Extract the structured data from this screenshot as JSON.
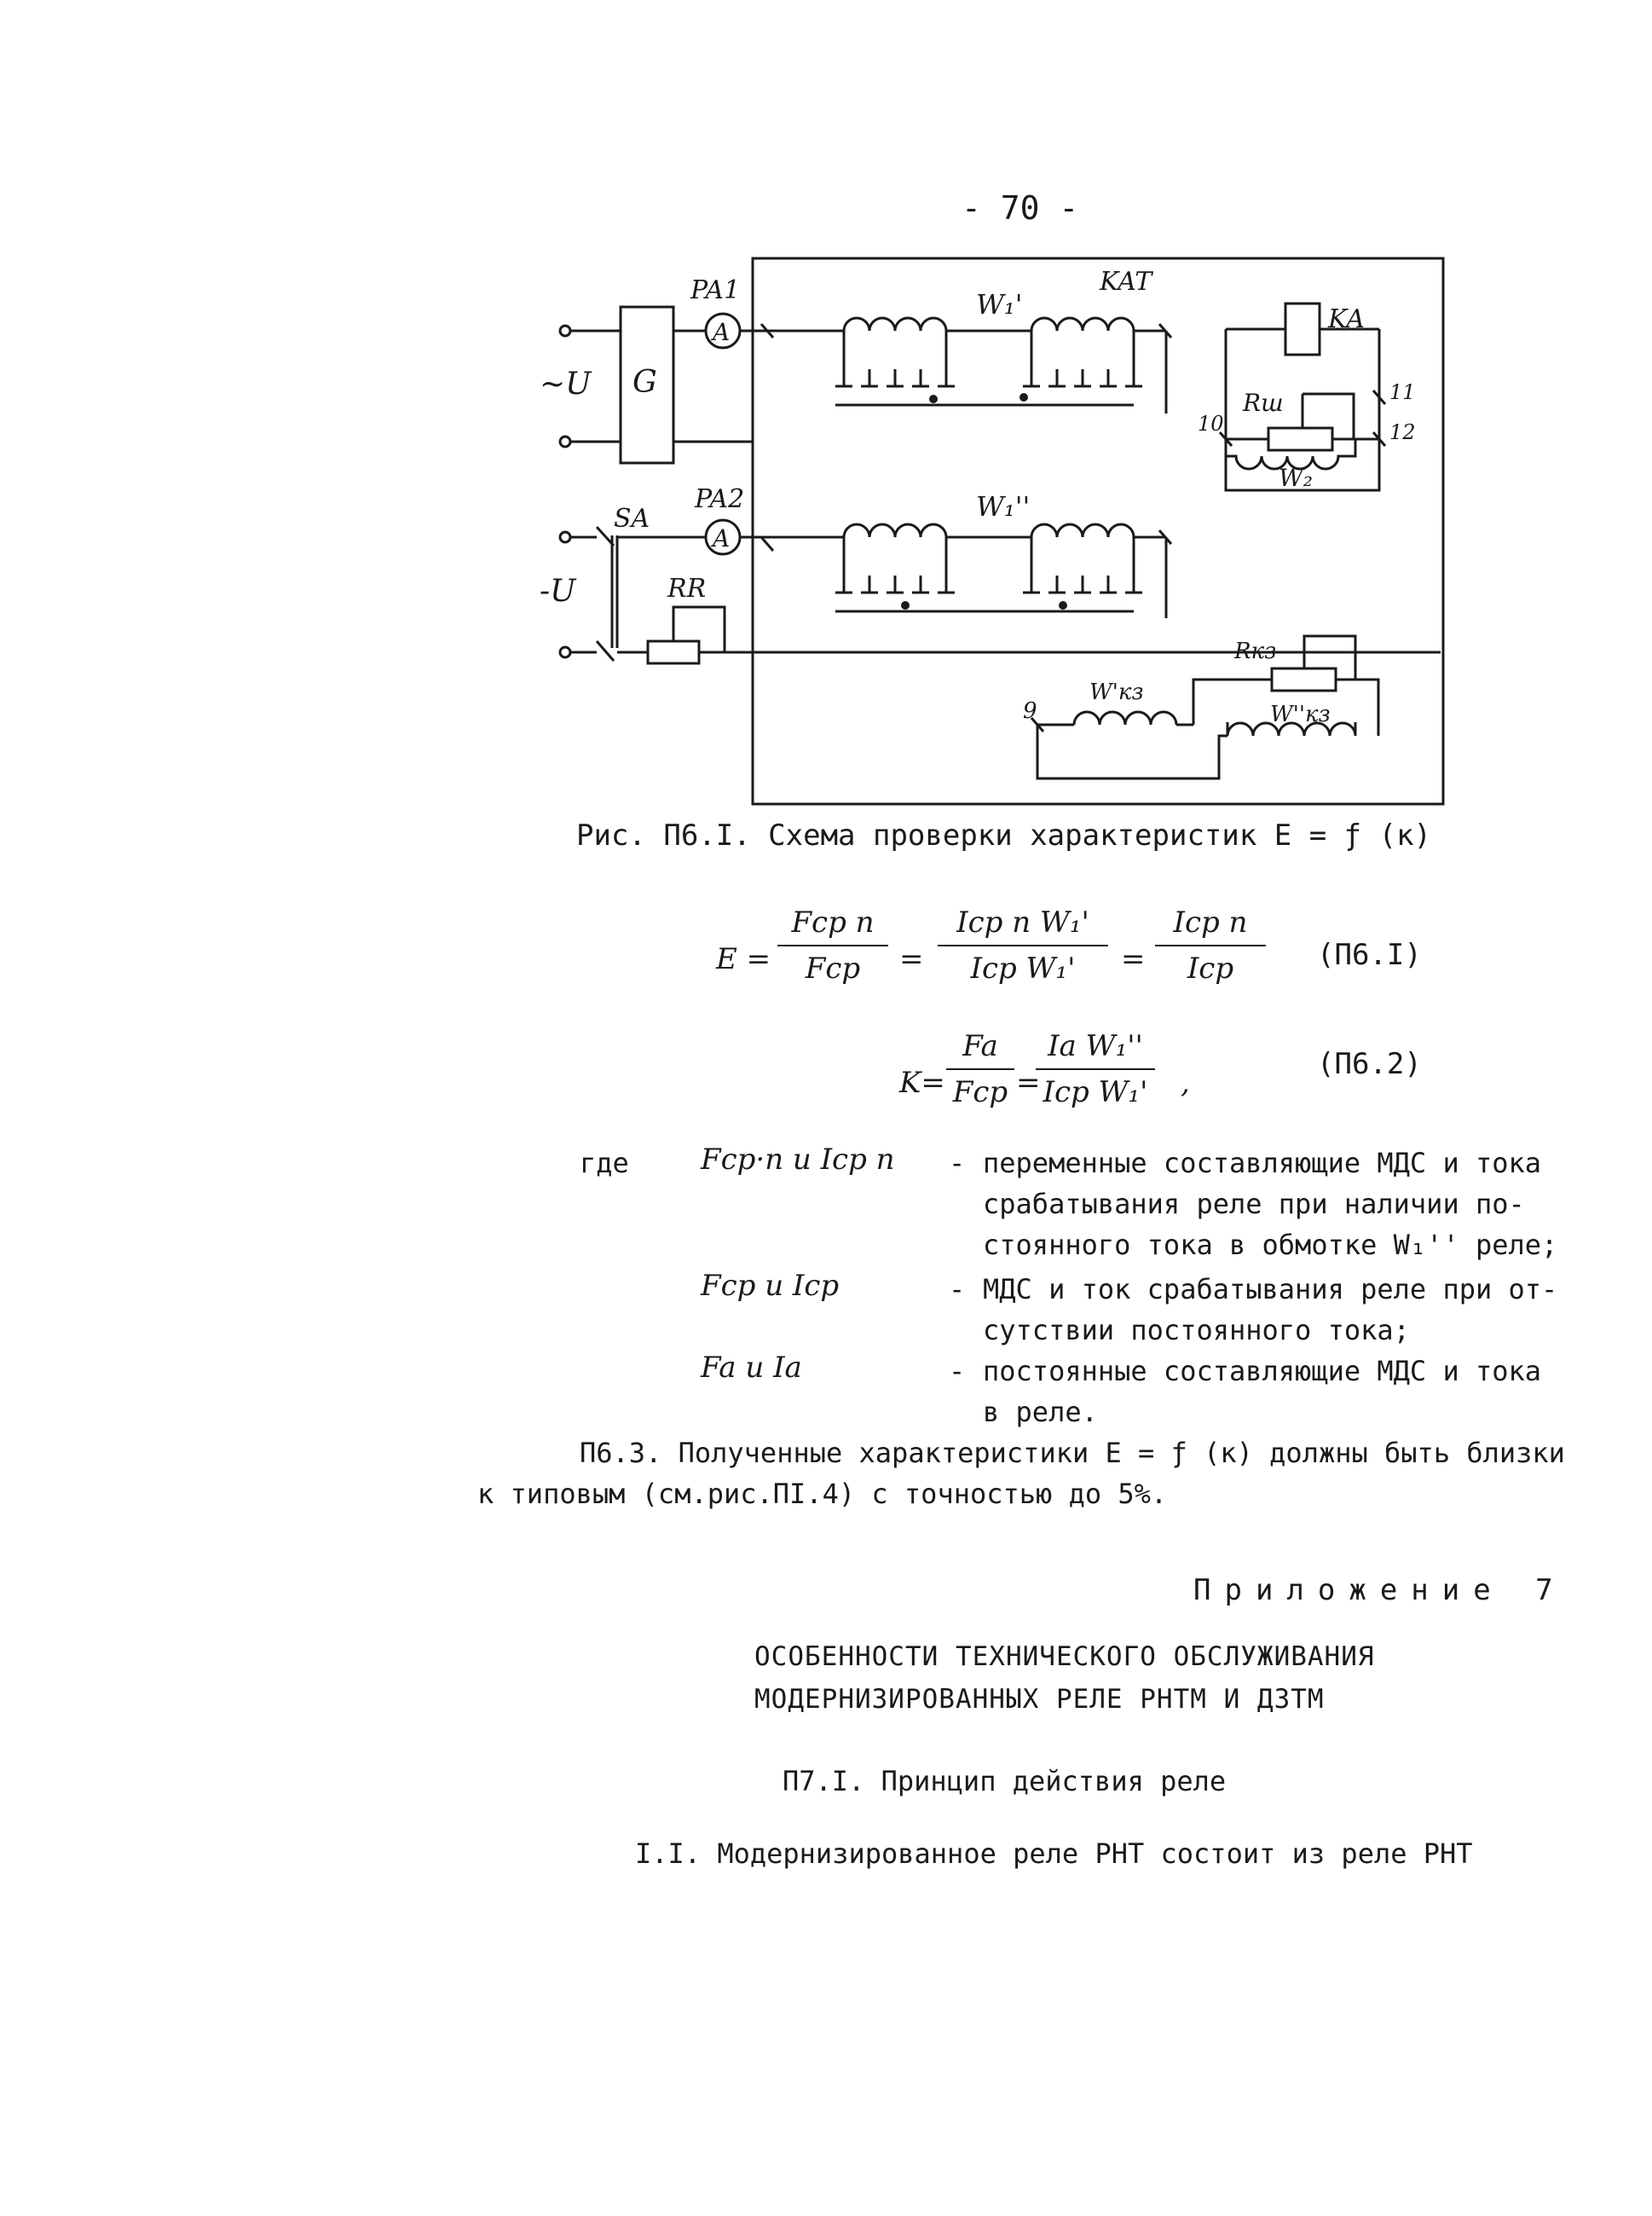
{
  "page": {
    "number": "- 70 -"
  },
  "figure": {
    "labels": {
      "source_ac": "~U",
      "source_dc": "-U",
      "generator": "G",
      "ammeter_1": "PA1",
      "ammeter_2": "PA2",
      "ammeter_symbol": "A",
      "switch": "SA",
      "rheostat": "RR",
      "relay_block": "KAT",
      "relay": "KA",
      "winding_w1_prime": "W₁'",
      "winding_w1_double": "W₁''",
      "resistor_rw": "Rш",
      "winding_w2": "W₂",
      "resistor_rk3": "Rкз",
      "winding_wk3_prime": "W'кз",
      "winding_wk3_double": "W''кз",
      "terminal_9": "9",
      "terminal_10": "10",
      "terminal_11": "11",
      "terminal_12": "12"
    },
    "caption": "Рис. П6.I. Схема проверки характеристик E = ƒ (к)"
  },
  "formulas": {
    "f1": {
      "lhs": "E =",
      "frac1_num": "Fср п",
      "frac1_den": "Fср",
      "eq2": "=",
      "frac2_num": "Iср п W₁'",
      "frac2_den": "Iср W₁'",
      "eq3": "=",
      "frac3_num": "Iср п",
      "frac3_den": "Iср",
      "number": "(П6.I)"
    },
    "f2": {
      "lhs": "K=",
      "frac1_num": "Fa",
      "frac1_den": "Fср",
      "eq2": "=",
      "frac2_num": "Ia W₁''",
      "frac2_den": "Iср W₁'",
      "comma": ",",
      "number": "(П6.2)"
    }
  },
  "definitions": {
    "where": "где",
    "items": [
      {
        "symbol": "Fср·п  и  Iср п",
        "dash": "-",
        "lines": [
          "переменные составляющие МДС и тока",
          "срабатывания реле при наличии по-",
          "стоянного тока в обмотке  W₁''  реле;"
        ]
      },
      {
        "symbol": "Fср  и  Iср",
        "dash": "-",
        "lines": [
          "МДС и ток срабатывания реле при от-",
          "сутствии постоянного тока;"
        ]
      },
      {
        "symbol": "Fa  и  Ia",
        "dash": "-",
        "lines": [
          "постоянные составляющие МДС и тока",
          "в реле."
        ]
      }
    ]
  },
  "paragraph_p63": {
    "line1": "П6.3. Полученные характеристики E = ƒ (к) должны быть близки",
    "line2": "к типовым (см.рис.ПI.4) с точностью до 5%."
  },
  "appendix": {
    "label": "Приложение 7",
    "title_line1": "ОСОБЕННОСТИ ТЕХНИЧЕСКОГО ОБСЛУЖИВАНИЯ",
    "title_line2": "МОДЕРНИЗИРОВАННЫХ РЕЛЕ РНТМ И ДЗТМ",
    "section": "П7.I. Принцип действия реле",
    "item": "I.I. Модернизированное реле РНТ состоит из реле РНТ"
  }
}
